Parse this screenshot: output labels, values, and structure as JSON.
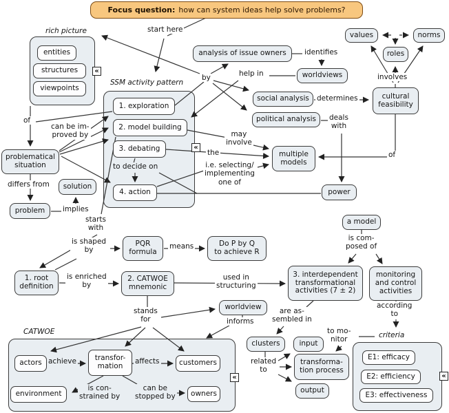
{
  "focus": {
    "prefix": "Focus question:",
    "question": "how can system ideas help solve problems?"
  },
  "colors": {
    "node_fill": "#e9eef2",
    "inner_fill": "#fdfdfe",
    "focus_fill": "#f8c77f",
    "focus_border": "#7c4a12",
    "line": "#333333"
  },
  "headings": {
    "rich_picture": "rich picture",
    "ssm": "SSM activity pattern",
    "catwoe": "CATWOE",
    "criteria": "criteria"
  },
  "nodes": {
    "entities": "entities",
    "structures": "structures",
    "viewpoints": "viewpoints",
    "exploration": "1. exploration",
    "model_building": "2. model building",
    "debating": "3. debating",
    "action": "4. action",
    "issue_owners": "analysis of issue owners",
    "worldviews": "worldviews",
    "values": "values",
    "norms": "norms",
    "roles": "roles",
    "cultural": "cultural\nfeasibility",
    "social": "social analysis",
    "political": "political analysis",
    "multiple": "multiple\nmodels",
    "power": "power",
    "prob_situation": "problematical\nsituation",
    "solution": "solution",
    "problem": "problem",
    "pqr": "PQR\nformula",
    "dopbyq": "Do P by Q\nto achieve R",
    "root": "1. root\ndefinition",
    "catwoe_mn": "2. CATWOE\nmnemonic",
    "interdep": "3. interdependent\ntransformational\nactivities (7 ± 2)",
    "amodel": "a model",
    "monitoring": "monitoring\nand control\nactivities",
    "worldview": "worldview",
    "clusters": "clusters",
    "input": "input",
    "transproc": "transforma-\ntion process",
    "output": "output",
    "actors": "actors",
    "transformation": "transfor-\nmation",
    "customers": "customers",
    "environment": "environment",
    "owners": "owners",
    "e1": "E1: efficacy",
    "e2": "E2: efficiency",
    "e3": "E3: effectiveness"
  },
  "labels": {
    "start_here": "start here",
    "by": "by",
    "help_in": "help in",
    "identifies": "identifies",
    "involves": "involves",
    "determines": "determines",
    "deals_with": "deals\nwith",
    "of_right": "of",
    "may_involve": "may\ninvolve",
    "the": "the",
    "ie_selecting": "i.e. selecting/\nimplementing\none of",
    "to_decide": "to decide on",
    "of_left": "of",
    "improved": "can be im-\nproved by",
    "differs": "differs from",
    "implies": "implies",
    "starts_with": "starts\nwith",
    "shaped": "is shaped\nby",
    "means": "means",
    "enriched": "is enriched\nby",
    "used_in": "used in\nstructuring",
    "composed": "is com-\nposed of",
    "according": "according\nto",
    "stands": "stands\nfor",
    "assembled": "are as-\nsembled in",
    "informs": "informs",
    "related": "related\nto",
    "monitor": "to mo-\nnitor",
    "achieve": "achieve",
    "affects": "affects",
    "constrained": "is con-\nstrained by",
    "stopped": "can be\nstopped by"
  },
  "icons": {
    "collapse": "«"
  }
}
